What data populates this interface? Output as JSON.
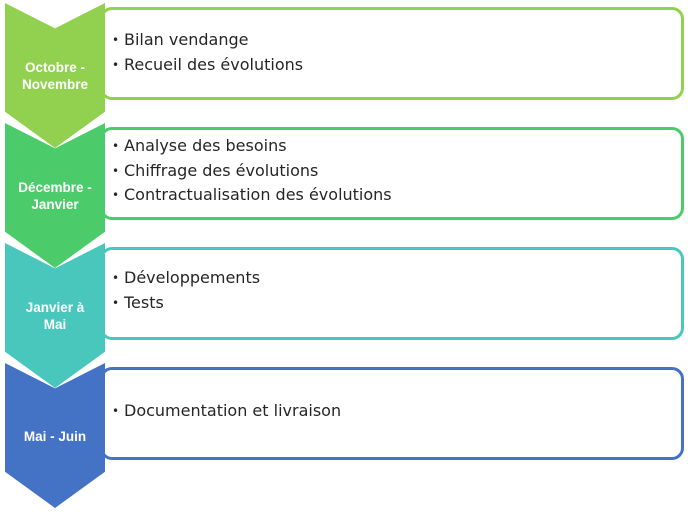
{
  "stages": [
    {
      "period": "Octobre - Novembre",
      "color": "#92d050",
      "items": [
        "Bilan vendange",
        "Recueil des évolutions"
      ]
    },
    {
      "period": "Décembre - Janvier",
      "color": "#4ccb6a",
      "items": [
        "Analyse des besoins",
        "Chiffrage des évolutions",
        "Contractualisation des évolutions"
      ]
    },
    {
      "period": "Janvier à Mai",
      "color": "#4ac7bd",
      "items": [
        "Développements",
        "Tests"
      ]
    },
    {
      "period": "Mai - Juin",
      "color": "#4472c4",
      "items": [
        "Documentation et livraison"
      ]
    }
  ]
}
